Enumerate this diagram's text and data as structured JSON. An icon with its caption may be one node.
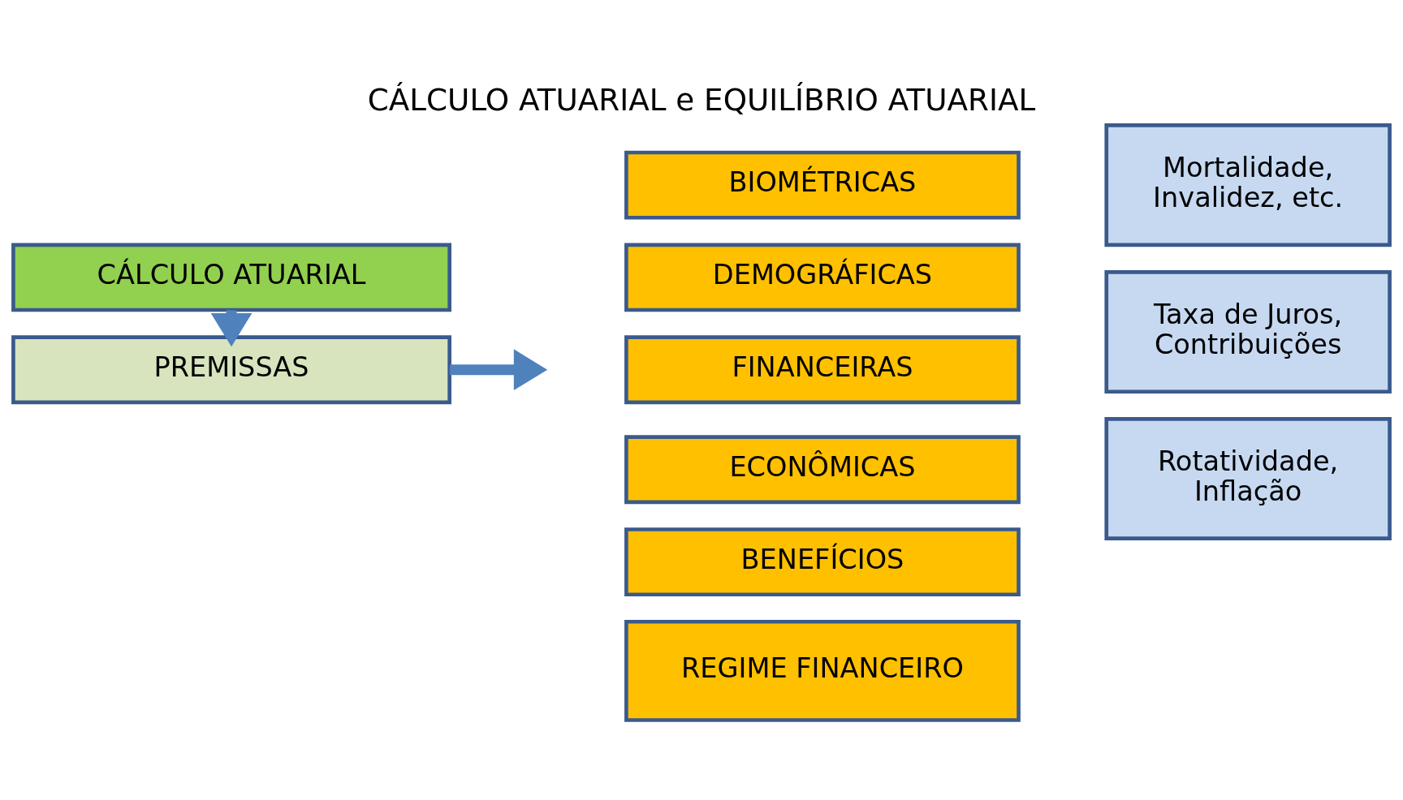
{
  "diagram": {
    "title": "CÁLCULO ATUARIAL e EQUILÍBRIO ATUARIAL",
    "nodes": [
      {
        "text": [
          "CÁLCULO ATUARIAL"
        ]
      },
      {
        "text": [
          "PREMISSAS"
        ]
      },
      {
        "text": [
          "BIOMÉTRICAS"
        ]
      },
      {
        "text": [
          "DEMOGRÁFICAS"
        ]
      },
      {
        "text": [
          "FINANCEIRAS"
        ]
      },
      {
        "text": [
          "ECONÔMICAS"
        ]
      },
      {
        "text": [
          "BENEFÍCIOS"
        ]
      },
      {
        "text": [
          "REGIME FINANCEIRO"
        ]
      },
      {
        "text": [
          "Mortalidade, Invalidez, etc."
        ]
      },
      {
        "text": [
          "Taxa de Juros, Contribuições"
        ]
      },
      {
        "text": [
          "Rotatividade, Inflação"
        ]
      }
    ],
    "edges": [
      {
        "from": 0,
        "to": 1,
        "arrow": "to"
      },
      {
        "from": 1,
        "to": null,
        "arrow": "to"
      }
    ]
  }
}
